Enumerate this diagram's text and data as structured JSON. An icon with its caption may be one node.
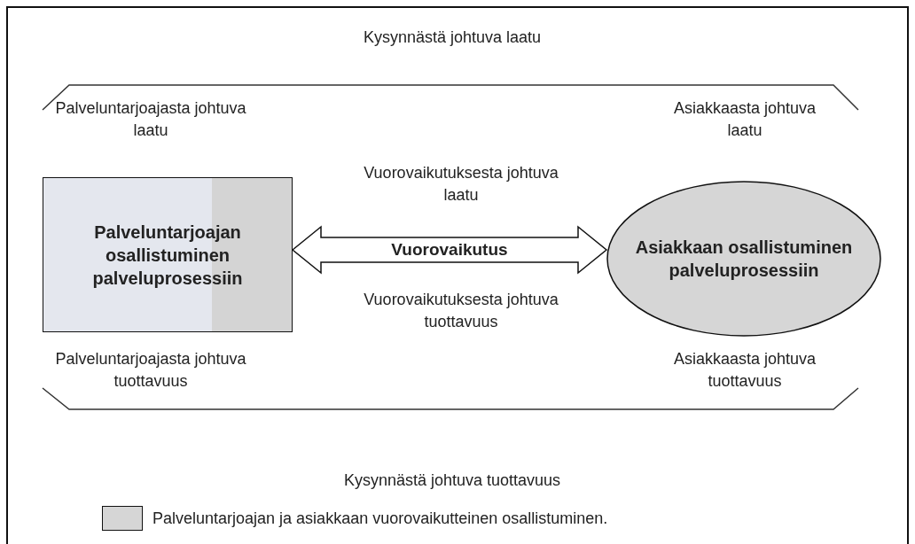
{
  "diagram": {
    "nodes": [
      {
        "text": [
          "Palveluntarjoajan osallistuminen palveluprosessiin"
        ]
      },
      {
        "text": [
          "Asiakkaan osallistuminen palveluprosessiin"
        ]
      }
    ],
    "edges": [
      {
        "from": 0,
        "to": 1,
        "arrow": "both",
        "label": "Vuorovaikutus"
      }
    ],
    "labels": [
      "Kysynnästä johtuva laatu",
      "Palveluntarjoajasta johtuva laatu",
      "Asiakkaasta johtuva laatu",
      "Vuorovaikutuksesta johtuva laatu",
      "Vuorovaikutuksesta johtuva tuottavuus",
      "Palveluntarjoajasta johtuva tuottavuus",
      "Asiakkaasta johtuva tuottavuus",
      "Kysynnästä johtuva tuottavuus"
    ],
    "legend": [
      {
        "text": "Palveluntarjoajan ja asiakkaan vuorovaikutteinen osallistuminen.",
        "color": "#d6d6d6"
      }
    ]
  }
}
